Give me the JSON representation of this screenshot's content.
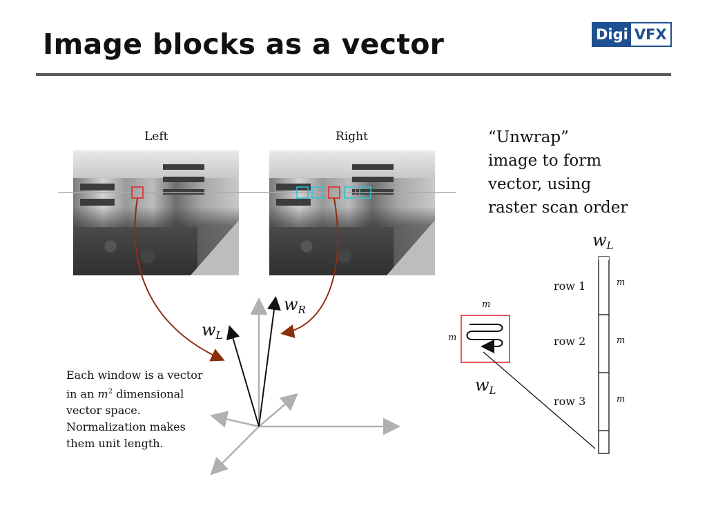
{
  "slide": {
    "title": "Image blocks as a vector",
    "logo_left": "Digi",
    "logo_right": "VFX"
  },
  "left_image": {
    "caption": "Left"
  },
  "right_image": {
    "caption": "Right"
  },
  "unwrap": {
    "lines": [
      "“Unwrap”",
      "image to form",
      "vector, using",
      "raster scan order"
    ]
  },
  "description": {
    "line1": "Each window is a vector",
    "line2_pre": "in an ",
    "line2_var": "m",
    "line2_sup": "2",
    "line2_post": " dimensional",
    "line3": "vector space.",
    "line4": "Normalization makes",
    "line5": "them unit length."
  },
  "vectors": {
    "w_l_main": "w",
    "w_l_sub": "L",
    "w_r_main": "w",
    "w_r_sub": "R"
  },
  "window_block": {
    "m_top": "m",
    "m_left": "m",
    "label_main": "w",
    "label_sub": "L"
  },
  "column_vector": {
    "label_main": "w",
    "label_sub": "L",
    "rows": [
      {
        "label": "row 1",
        "size": "m"
      },
      {
        "label": "row 2",
        "size": "m"
      },
      {
        "label": "row 3",
        "size": "m"
      }
    ]
  },
  "colors": {
    "arrow_brown": "#8b2f0e",
    "window_red": "#e02020",
    "window_cyan": "#22c6d6",
    "axis_gray": "#b0b0b0"
  }
}
